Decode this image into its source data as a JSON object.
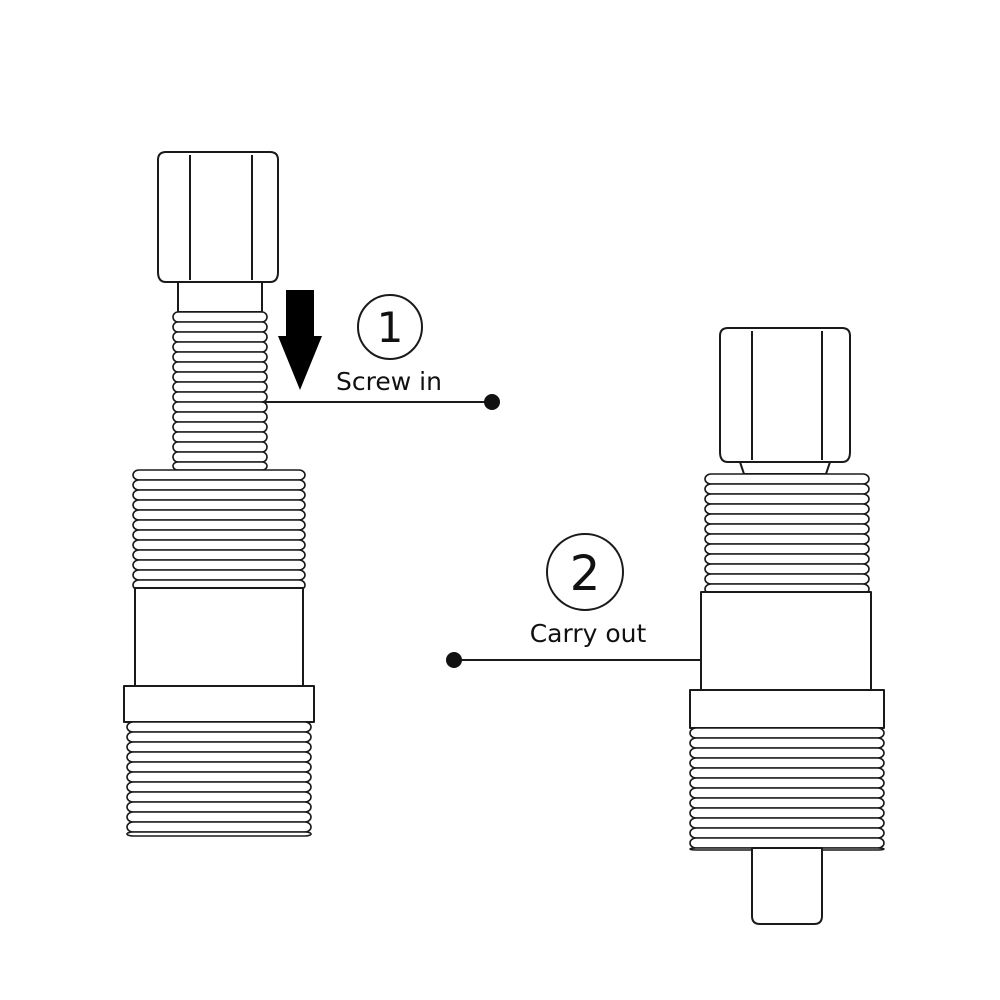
{
  "steps": [
    {
      "number": "1",
      "label": "Screw in"
    },
    {
      "number": "2",
      "label": "Carry out"
    }
  ],
  "colors": {
    "line": "#1a1a1a",
    "fill": "#ffffff",
    "arrow": "#000000"
  },
  "icons": {
    "direction": "arrow-down-icon"
  }
}
